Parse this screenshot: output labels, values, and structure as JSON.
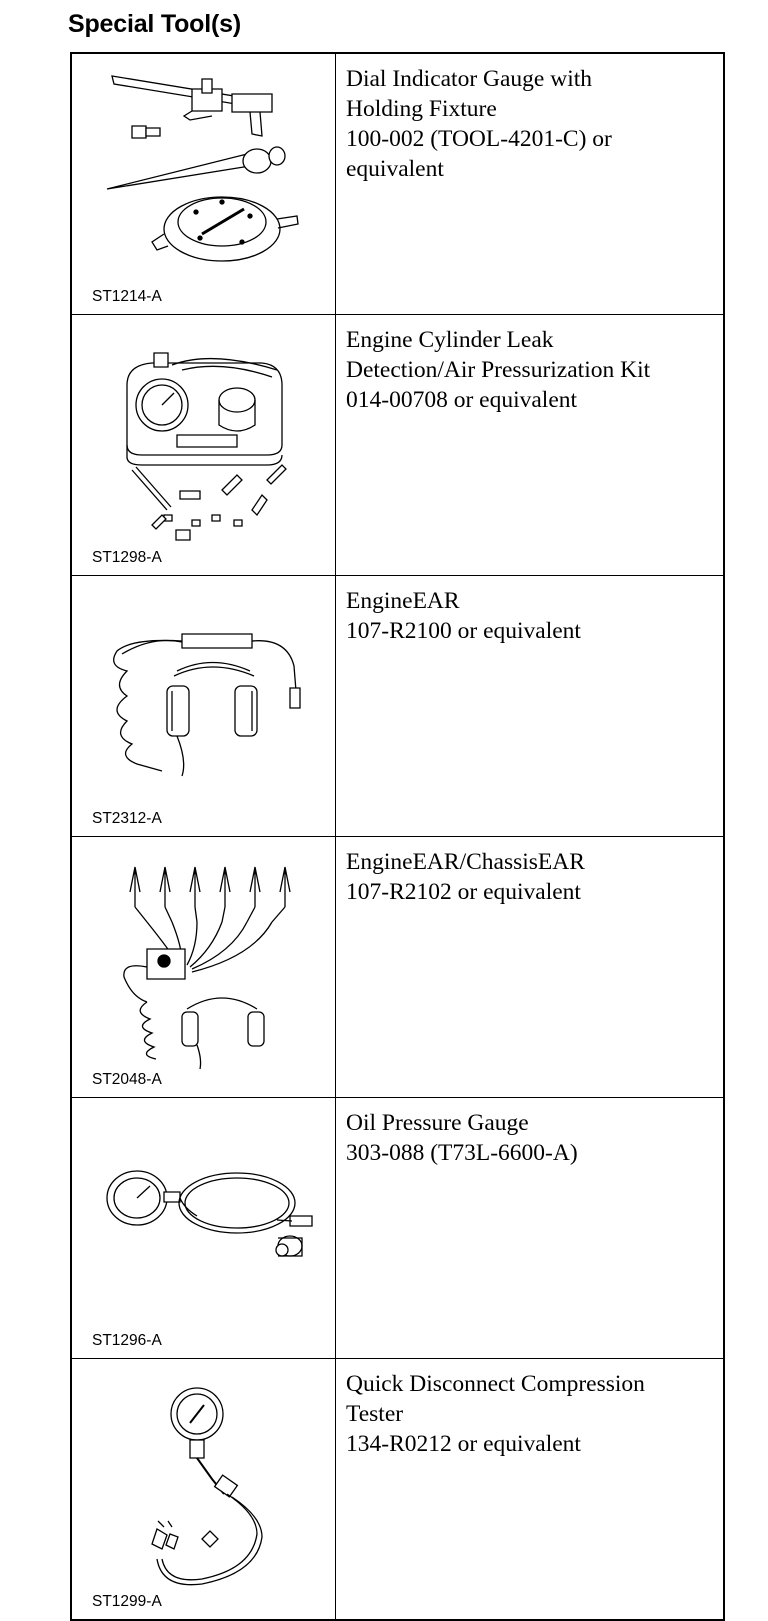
{
  "heading": "Special Tool(s)",
  "tools": [
    {
      "image_id": "ST1214-A",
      "image_icon": "dial-indicator-gauge-illustration",
      "lines": [
        "Dial Indicator Gauge with",
        "Holding Fixture",
        "100-002 (TOOL-4201-C) or",
        "equivalent"
      ]
    },
    {
      "image_id": "ST1298-A",
      "image_icon": "leak-detection-kit-illustration",
      "lines": [
        "Engine Cylinder Leak",
        "Detection/Air Pressurization Kit",
        "014-00708 or equivalent"
      ]
    },
    {
      "image_id": "ST2312-A",
      "image_icon": "engine-ear-headphones-illustration",
      "lines": [
        "EngineEAR",
        "107-R2100 or equivalent"
      ]
    },
    {
      "image_id": "ST2048-A",
      "image_icon": "chassis-ear-clamps-illustration",
      "lines": [
        "EngineEAR/ChassisEAR",
        "107-R2102 or equivalent"
      ]
    },
    {
      "image_id": "ST1296-A",
      "image_icon": "oil-pressure-gauge-illustration",
      "lines": [
        "Oil Pressure Gauge",
        "303-088 (T73L-6600-A)"
      ]
    },
    {
      "image_id": "ST1299-A",
      "image_icon": "compression-tester-illustration",
      "lines": [
        "Quick Disconnect Compression",
        "Tester",
        "134-R0212 or equivalent"
      ]
    }
  ]
}
